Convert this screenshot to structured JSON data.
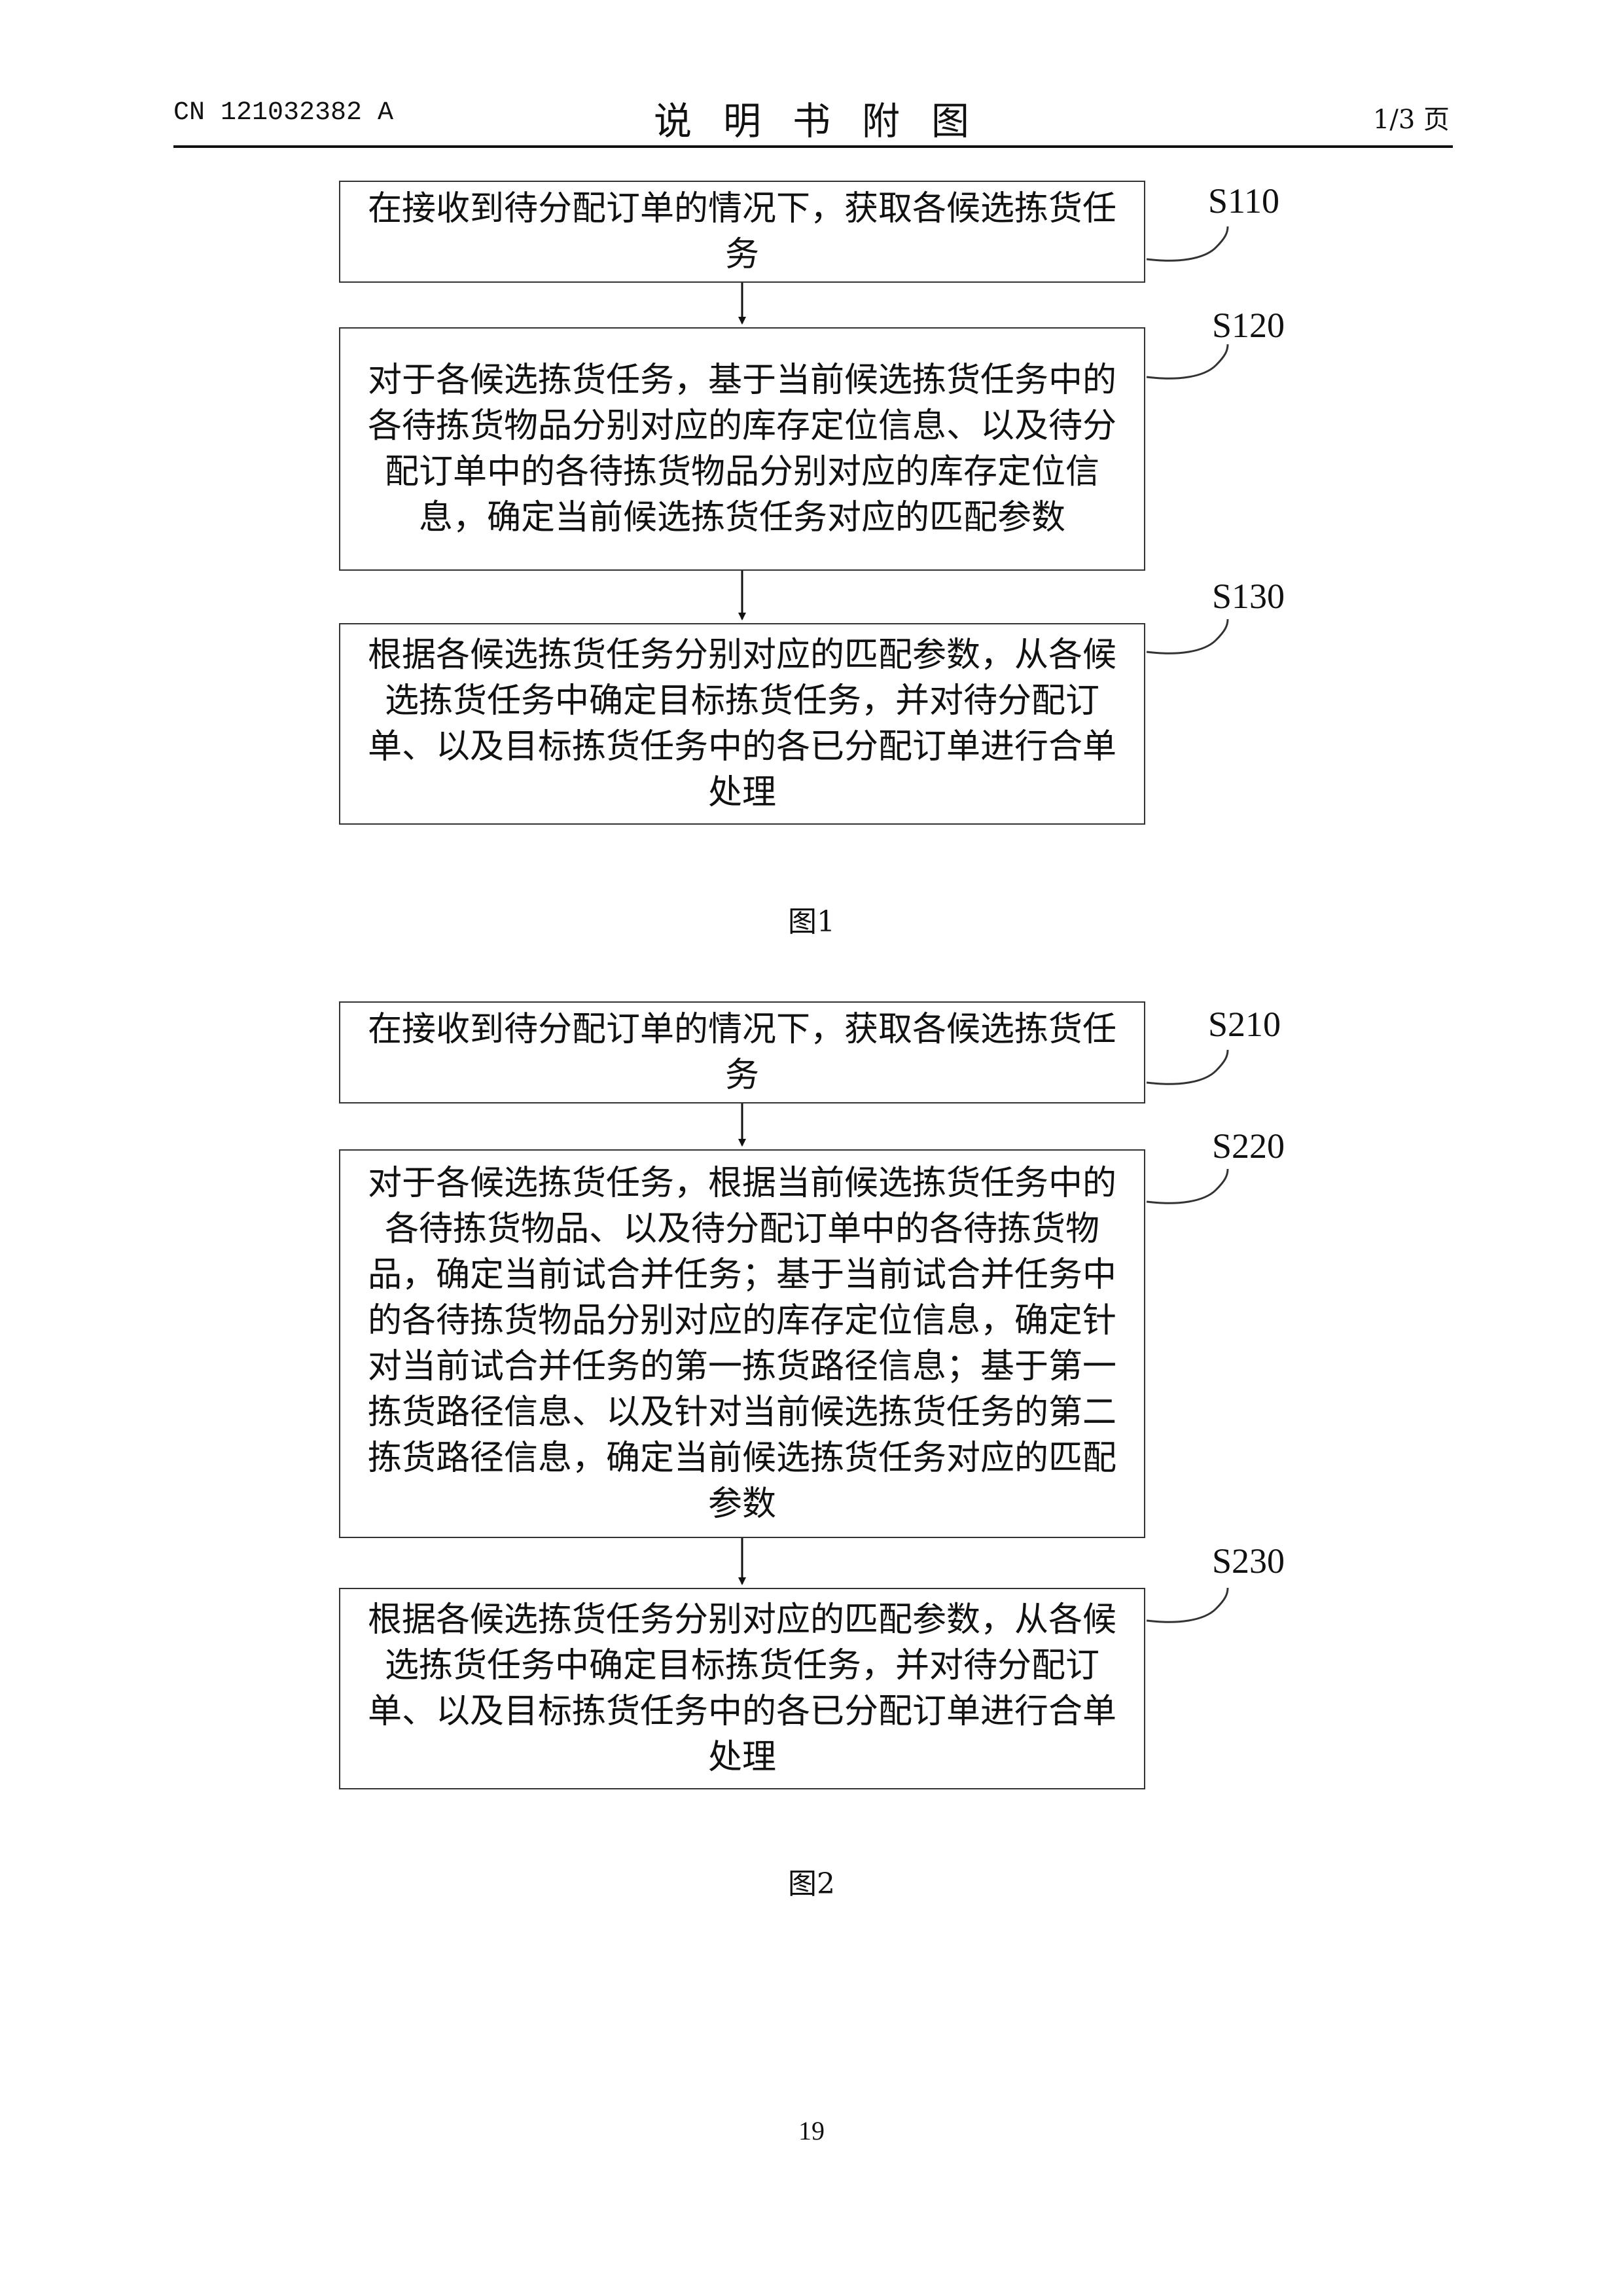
{
  "header": {
    "publication_number": "CN 121032382 A",
    "title": "说明书附图",
    "page_count": "1/3 页"
  },
  "figures": [
    {
      "caption": "图1",
      "steps": [
        {
          "label": "S110",
          "text": "在接收到待分配订单的情况下，获取各候选拣货任务"
        },
        {
          "label": "S120",
          "text": "对于各候选拣货任务，基于当前候选拣货任务中的各待拣货物品分别对应的库存定位信息、以及待分配订单中的各待拣货物品分别对应的库存定位信息，确定当前候选拣货任务对应的匹配参数"
        },
        {
          "label": "S130",
          "text": "根据各候选拣货任务分别对应的匹配参数，从各候选拣货任务中确定目标拣货任务，并对待分配订单、以及目标拣货任务中的各已分配订单进行合单处理"
        }
      ]
    },
    {
      "caption": "图2",
      "steps": [
        {
          "label": "S210",
          "text": "在接收到待分配订单的情况下，获取各候选拣货任务"
        },
        {
          "label": "S220",
          "text": "对于各候选拣货任务，根据当前候选拣货任务中的各待拣货物品、以及待分配订单中的各待拣货物品，确定当前试合并任务；基于当前试合并任务中的各待拣货物品分别对应的库存定位信息，确定针对当前试合并任务的第一拣货路径信息；基于第一拣货路径信息、以及针对当前候选拣货任务的第二拣货路径信息，确定当前候选拣货任务对应的匹配参数"
        },
        {
          "label": "S230",
          "text": "根据各候选拣货任务分别对应的匹配参数，从各候选拣货任务中确定目标拣货任务，并对待分配订单、以及目标拣货任务中的各已分配订单进行合单处理"
        }
      ]
    }
  ],
  "page_number": "19"
}
